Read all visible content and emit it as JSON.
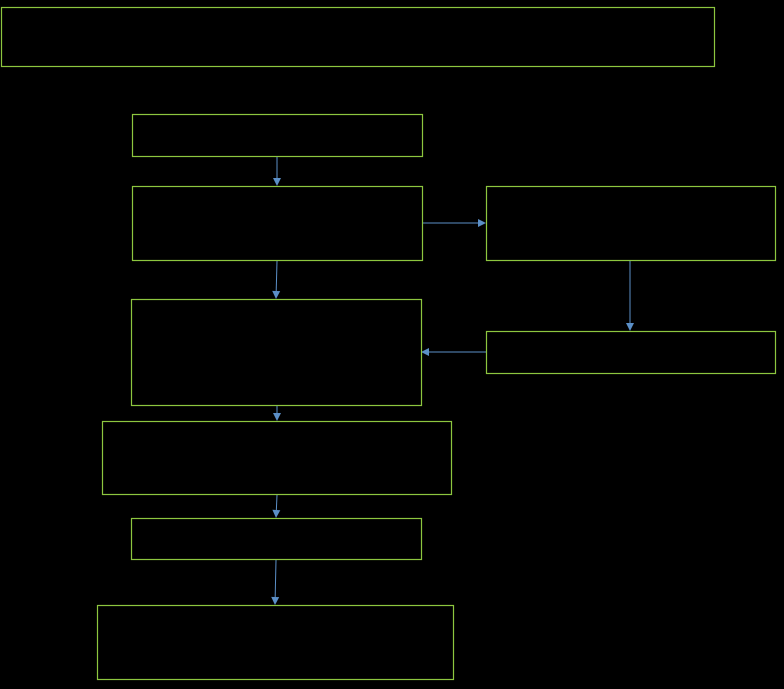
{
  "colors": {
    "background": "#000000",
    "box_stroke": "#8dc63f",
    "connector": "#5b8fc7"
  },
  "nodes": [
    {
      "id": "title",
      "label": ""
    },
    {
      "id": "step-1",
      "label": ""
    },
    {
      "id": "step-2",
      "label": ""
    },
    {
      "id": "side-1",
      "label": ""
    },
    {
      "id": "side-2",
      "label": ""
    },
    {
      "id": "step-3",
      "label": ""
    },
    {
      "id": "step-4",
      "label": ""
    },
    {
      "id": "step-5",
      "label": ""
    },
    {
      "id": "step-6",
      "label": ""
    }
  ],
  "edges": [
    {
      "from": "step-1",
      "to": "step-2"
    },
    {
      "from": "step-2",
      "to": "side-1"
    },
    {
      "from": "step-2",
      "to": "step-3"
    },
    {
      "from": "side-1",
      "to": "side-2"
    },
    {
      "from": "side-2",
      "to": "step-3"
    },
    {
      "from": "step-3",
      "to": "step-4"
    },
    {
      "from": "step-4",
      "to": "step-5"
    },
    {
      "from": "step-5",
      "to": "step-6"
    }
  ]
}
